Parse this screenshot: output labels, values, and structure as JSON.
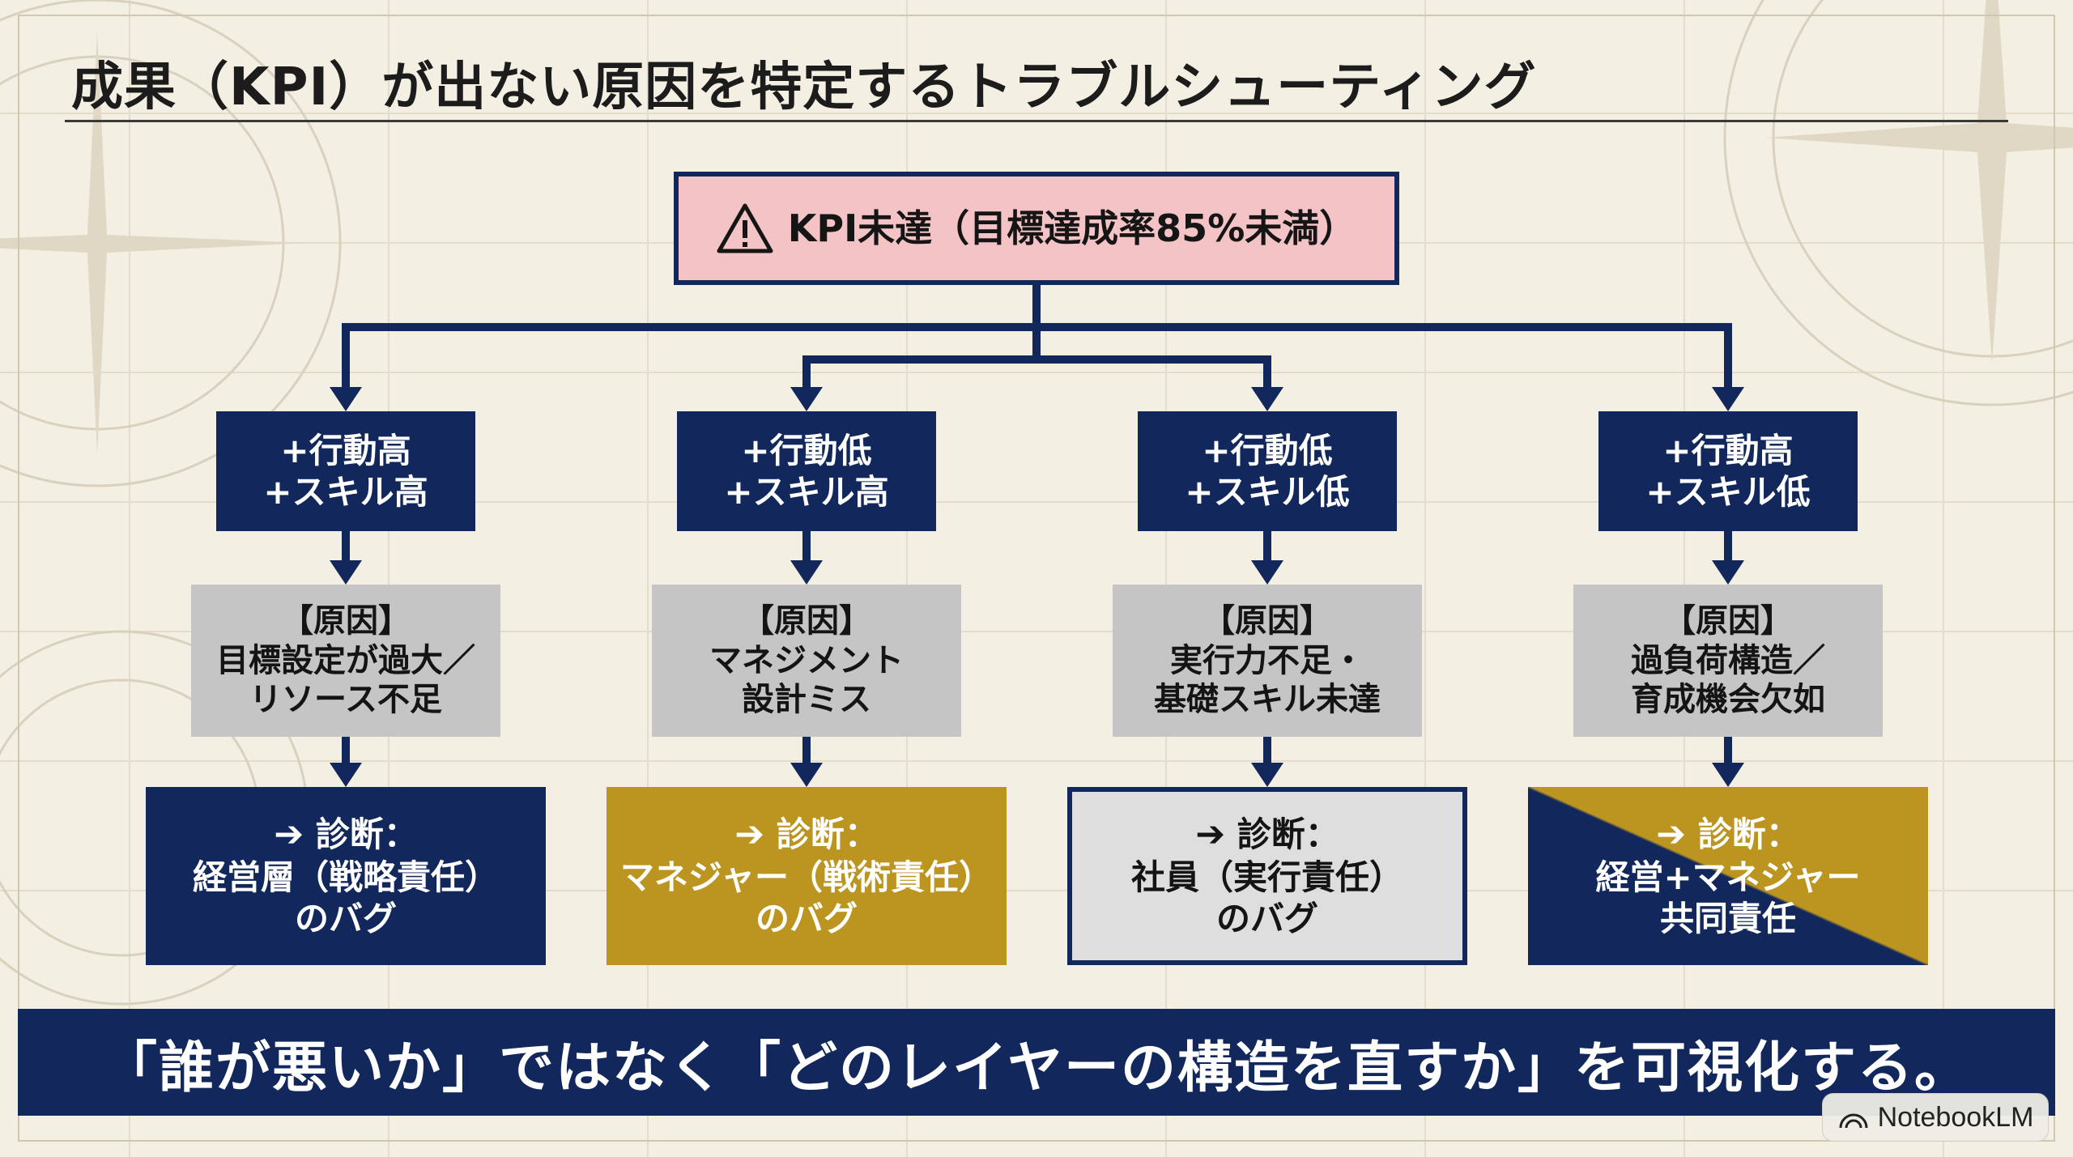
{
  "title": "成果（KPI）が出ない原因を特定するトラブルシューティング",
  "root": {
    "icon": "warning-icon",
    "label": "KPI未達（目標達成率85%未満）"
  },
  "branches": [
    {
      "condition": [
        "+行動高",
        "+スキル高"
      ],
      "cause": [
        "【原因】",
        "目標設定が過大／",
        "リソース不足"
      ],
      "diagnosis": [
        "診断：",
        "経営層（戦略責任）",
        "のバグ"
      ],
      "diagnosis_style": "navy"
    },
    {
      "condition": [
        "+行動低",
        "+スキル高"
      ],
      "cause": [
        "【原因】",
        "マネジメント",
        "設計ミス"
      ],
      "diagnosis": [
        "診断：",
        "マネジャー（戦術責任）",
        "のバグ"
      ],
      "diagnosis_style": "gold"
    },
    {
      "condition": [
        "+行動低",
        "+スキル低"
      ],
      "cause": [
        "【原因】",
        "実行力不足・",
        "基礎スキル未達"
      ],
      "diagnosis": [
        "診断：",
        "社員（実行責任）",
        "のバグ"
      ],
      "diagnosis_style": "light"
    },
    {
      "condition": [
        "+行動高",
        "+スキル低"
      ],
      "cause": [
        "【原因】",
        "過負荷構造／",
        "育成機会欠如"
      ],
      "diagnosis": [
        "診断：",
        "経営+マネジャー",
        "共同責任"
      ],
      "diagnosis_style": "navy-gold-split"
    }
  ],
  "diagnosis_icon": "➔",
  "banner": "「誰が悪いか」ではなく「どのレイヤーの構造を直すか」を可視化する。",
  "watermark": "NotebookLM",
  "colors": {
    "navy": "#12285c",
    "gold": "#bb9520",
    "alert_pink": "#f3c3c5",
    "cause_gray": "#c5c5c5",
    "light_gray": "#dedede",
    "background": "#f3efe2"
  }
}
